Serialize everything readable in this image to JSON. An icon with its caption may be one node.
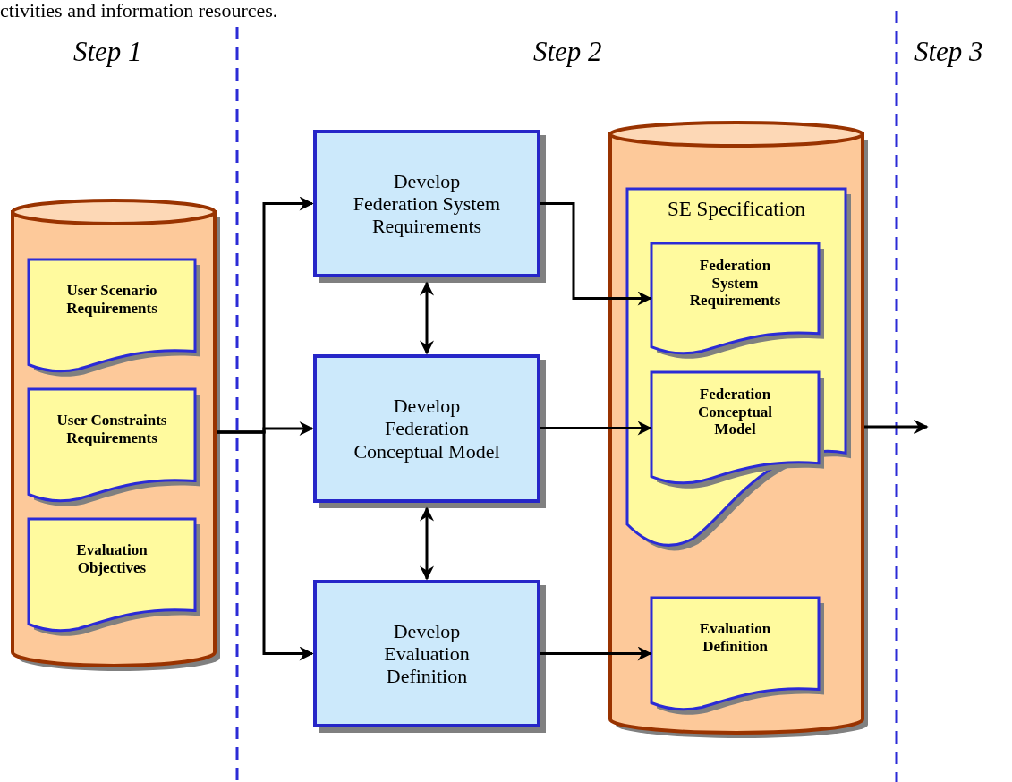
{
  "diagram": {
    "nodes": [
      {
        "text": [],
        "shape": "cylinder"
      },
      {
        "text": [
          "User Scenario Requirements"
        ],
        "in": 0
      },
      {
        "text": [
          "User Constraints Requirements"
        ],
        "in": 0
      },
      {
        "text": [
          "Evaluation Objectives"
        ],
        "in": 0
      },
      {
        "text": [
          "Develop Federation System Requirements"
        ]
      },
      {
        "text": [
          "Develop Federation Conceptual Model"
        ]
      },
      {
        "text": [
          "Develop Evaluation Definition"
        ]
      },
      {
        "text": [],
        "shape": "cylinder"
      },
      {
        "text": [
          "SE Specification"
        ],
        "in": 7
      },
      {
        "text": [
          "Federation System Requirements"
        ],
        "in": 8
      },
      {
        "text": [
          "Federation Conceptual Model"
        ],
        "in": 8
      },
      {
        "text": [
          "Evaluation Definition"
        ],
        "in": 7
      }
    ],
    "edges": [
      {
        "from": 0,
        "to": 4,
        "arrow": "to"
      },
      {
        "from": 0,
        "to": 5,
        "arrow": "to"
      },
      {
        "from": 0,
        "to": 6,
        "arrow": "to"
      },
      {
        "from": 4,
        "to": 5,
        "arrow": "both"
      },
      {
        "from": 5,
        "to": 6,
        "arrow": "both"
      },
      {
        "from": 4,
        "to": 9,
        "arrow": "to"
      },
      {
        "from": 5,
        "to": 10,
        "arrow": "to"
      },
      {
        "from": 6,
        "to": 11,
        "arrow": "to"
      },
      {
        "from": 7,
        "to": null,
        "arrow": "to"
      }
    ],
    "labels": [
      "ctivities and information resources.",
      "Step 1",
      "Step 2",
      "Step 3"
    ]
  }
}
